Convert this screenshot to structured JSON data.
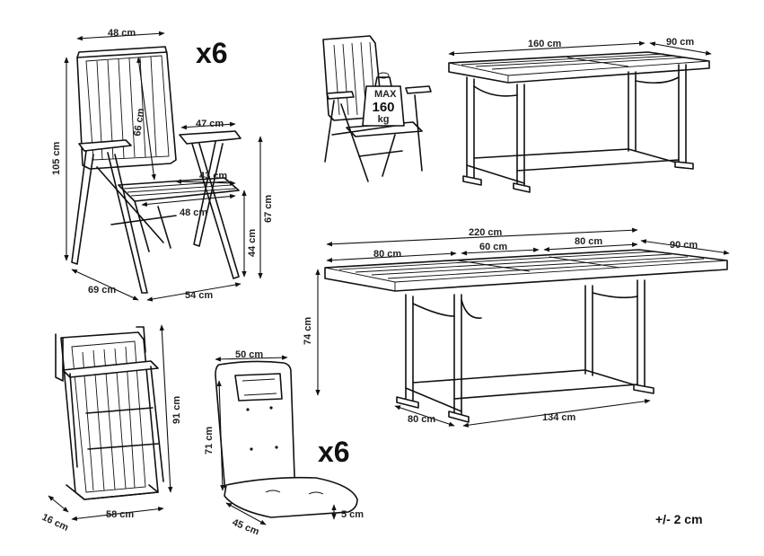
{
  "chair": {
    "multiplier": "x6",
    "width_top": "48 cm",
    "height_total": "105 cm",
    "back_height": "66 cm",
    "armrest_width": "47 cm",
    "seat_depth": "43 cm",
    "seat_width": "48 cm",
    "arm_height": "67 cm",
    "seat_height": "44 cm",
    "depth": "69 cm",
    "base_width": "54 cm"
  },
  "load": {
    "max_label": "MAX",
    "value": "160",
    "unit": "kg"
  },
  "table_closed": {
    "length": "160 cm",
    "width": "90 cm"
  },
  "table_extended": {
    "total_length": "220 cm",
    "left_section": "80 cm",
    "middle_section": "60 cm",
    "right_section": "80 cm",
    "width": "90 cm",
    "height": "74 cm",
    "frame_depth": "80 cm",
    "frame_length": "134 cm"
  },
  "folded_chair": {
    "height": "91 cm",
    "depth": "16 cm",
    "width": "58 cm"
  },
  "cushion": {
    "multiplier": "x6",
    "width": "50 cm",
    "height": "71 cm",
    "seat_depth": "45 cm",
    "thickness": "5 cm"
  },
  "tolerance": "+/- 2 cm"
}
